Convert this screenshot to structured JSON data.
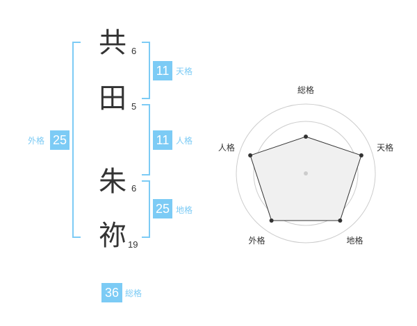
{
  "characters": [
    {
      "char": "共",
      "strokes": "6"
    },
    {
      "char": "田",
      "strokes": "5"
    },
    {
      "char": "朱",
      "strokes": "6"
    },
    {
      "char": "祢",
      "strokes": "19"
    }
  ],
  "kakusu": {
    "tenkaku": {
      "value": "11",
      "label": "天格"
    },
    "jinkaku": {
      "value": "11",
      "label": "人格"
    },
    "chikaku": {
      "value": "25",
      "label": "地格"
    },
    "gaikaku": {
      "value": "25",
      "label": "外格"
    },
    "soukaku": {
      "value": "36",
      "label": "総格"
    }
  },
  "colors": {
    "accent": "#7ccbf5",
    "text": "#333333"
  },
  "chart_data": {
    "type": "radar",
    "axes": [
      "総格",
      "天格",
      "地格",
      "外格",
      "人格"
    ],
    "values": [
      0.53,
      0.84,
      0.84,
      0.84,
      0.84
    ],
    "rings": 4,
    "scale": [
      0,
      1
    ]
  }
}
